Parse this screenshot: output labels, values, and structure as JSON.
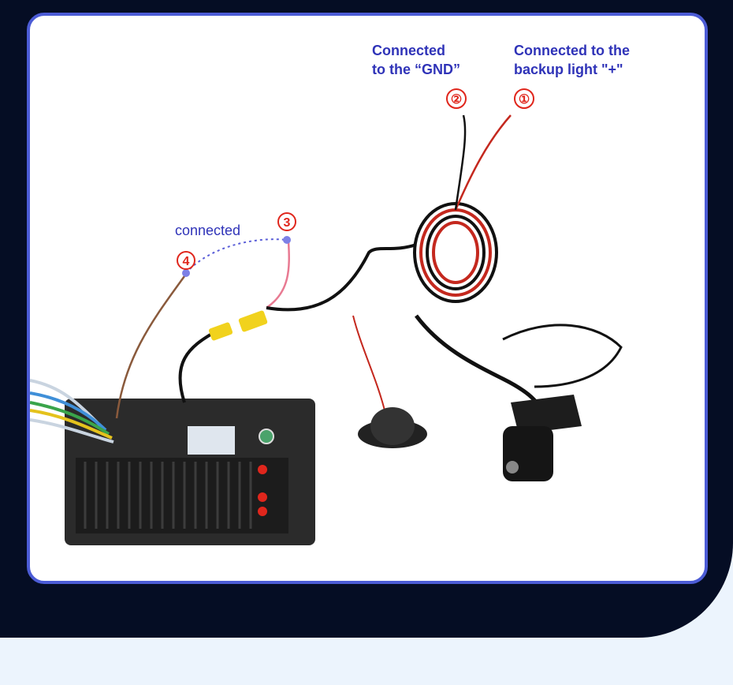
{
  "labels": {
    "gnd": [
      "Connected",
      "to the “GND”"
    ],
    "backup": [
      "Connected to the",
      "backup light \"+\""
    ],
    "connected": "connected"
  },
  "markers": [
    "①",
    "②",
    "3",
    "4"
  ],
  "colors": {
    "background": "#050d24",
    "frame_border": "#4c5cd6",
    "label_text": "#2f33b8",
    "marker_red": "#e0261c",
    "dotted_link": "#5b5fd8"
  }
}
